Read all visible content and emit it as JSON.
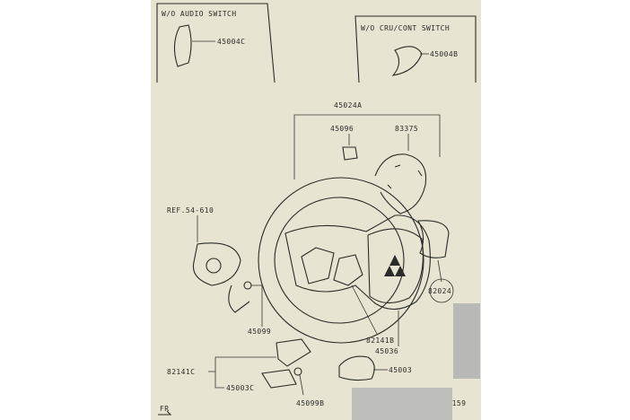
{
  "header": {
    "audio_switch_note": "W/O AUDIO SWITCH",
    "cruise_switch_note": "W/O CRU/CONT SWITCH",
    "reference": "REF.54-610"
  },
  "parts": {
    "p45004c": "45004C",
    "p45004b": "45004B",
    "p45024a": "45024A",
    "p45096": "45096",
    "p83375": "83375",
    "p82024": "82024",
    "p45099": "45099",
    "p82141b": "82141B",
    "p45036": "45036",
    "p45003": "45003",
    "p82141c": "82141C",
    "p45003c": "45003C",
    "p45099b": "45099B"
  },
  "footer": {
    "diagram_id": "000159",
    "orientation": "FR"
  }
}
